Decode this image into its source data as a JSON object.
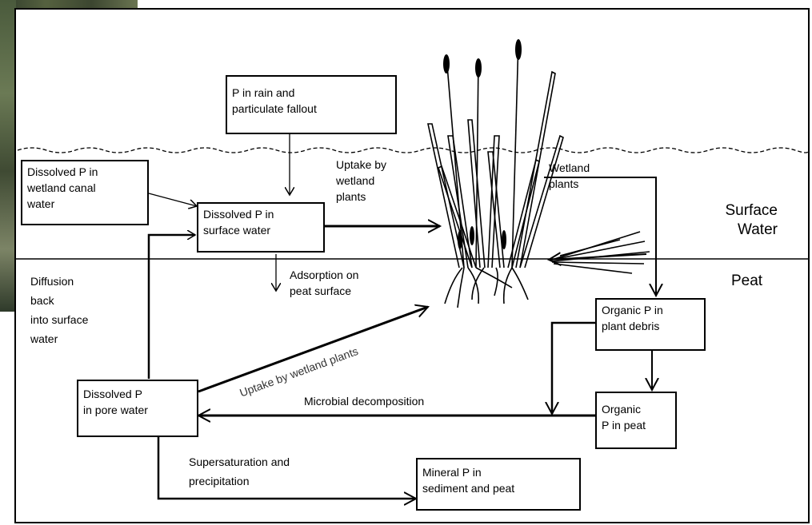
{
  "boxes": {
    "rain": [
      "P in rain and",
      "particulate fallout"
    ],
    "canal": [
      "Dissolved P in",
      "wetland canal",
      "water"
    ],
    "surface": [
      "Dissolved P in",
      "surface water"
    ],
    "debris": [
      "Organic P in",
      "plant debris"
    ],
    "peat": [
      "Organic",
      "P in peat"
    ],
    "pore": [
      "Dissolved P",
      "in pore water"
    ],
    "mineral": [
      "Mineral P in",
      "sediment and peat"
    ]
  },
  "labels": {
    "uptake": [
      "Uptake by",
      "wetland",
      "plants"
    ],
    "wetland_plants": [
      "Wetland",
      "plants"
    ],
    "surface_water": [
      "Surface",
      "Water"
    ],
    "peat_zone": "Peat",
    "diffusion": [
      "Diffusion",
      "back",
      "into surface",
      "water"
    ],
    "adsorption": [
      "Adsorption on",
      "peat surface"
    ],
    "uptake_diag": "Uptake by wetland plants",
    "microbial": "Microbial decomposition",
    "supersaturation": [
      "Supersaturation and",
      "precipitation"
    ]
  }
}
